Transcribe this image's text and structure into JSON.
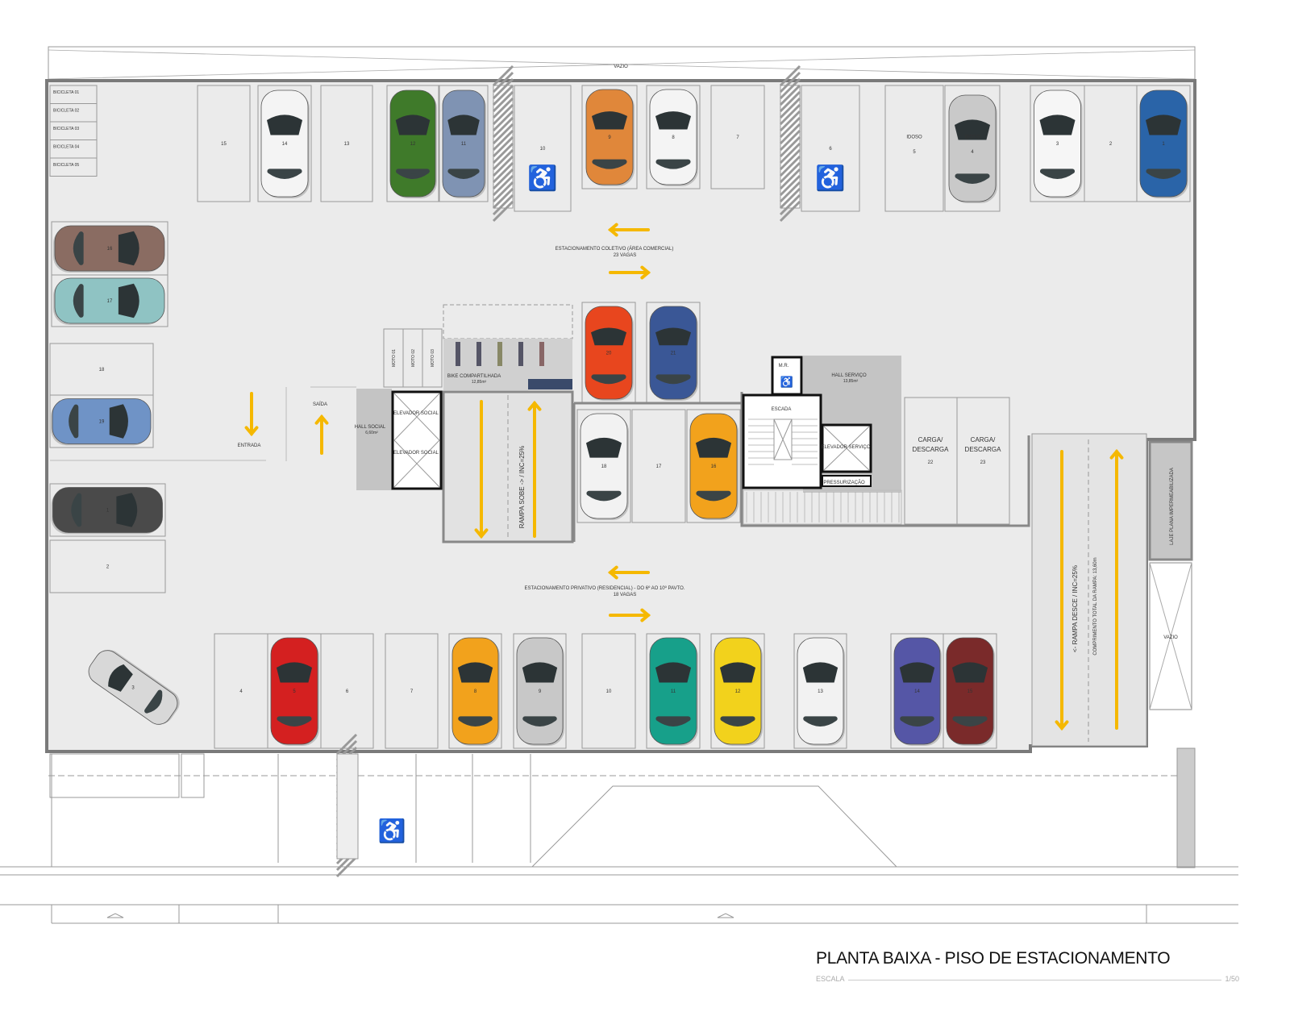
{
  "title": "PLANTA BAIXA - PISO DE ESTACIONAMENTO",
  "scale": {
    "label": "ESCALA",
    "value": "1/50"
  },
  "colors": {
    "floor": "#ebebeb",
    "wall": "#7a7a7a",
    "arrow": "#f5b800",
    "hall": "#c4c4c4"
  },
  "void_top": "VAZIO",
  "void_right": "VAZIO",
  "bicycles": [
    "BICICLETA 01",
    "BICICLETA 02",
    "BICICLETA 03",
    "BICICLETA 04",
    "BICICLETA 05"
  ],
  "top_row": [
    {
      "number": "15"
    },
    {
      "number": "14",
      "car": "#f4f4f4"
    },
    {
      "number": "13"
    },
    {
      "number": "12",
      "car": "#3f7a2a"
    },
    {
      "number": "11",
      "car": "#7f93b3"
    },
    {
      "number": "10",
      "accessible": true
    },
    {
      "number": "9",
      "car": "#e0873a"
    },
    {
      "number": "8",
      "car": "#f4f4f4"
    },
    {
      "number": "7"
    },
    {
      "number": "6",
      "accessible": true
    },
    {
      "number": "5",
      "tag": "IDOSO"
    },
    {
      "number": "4",
      "tag": "IDOSO",
      "car": "#c9c9c9"
    },
    {
      "number": "3",
      "car": "#f6f6f6"
    },
    {
      "number": "2"
    },
    {
      "number": "1",
      "car": "#2a64a8"
    }
  ],
  "left_column": [
    {
      "number": "16",
      "car": "#8a6c62"
    },
    {
      "number": "17",
      "car": "#8fc3c3"
    },
    {
      "number": "18"
    },
    {
      "number": "19",
      "car": "#6f93c6"
    },
    {
      "number": "1",
      "car": "#4a4a4a"
    },
    {
      "number": "2"
    },
    {
      "number": "3",
      "car": "#d8d8d8"
    }
  ],
  "center_spots": [
    {
      "number": "20",
      "car": "#e8461e"
    },
    {
      "number": "21",
      "car": "#3a5796"
    },
    {
      "number": "18",
      "car": "#f2f2f2"
    },
    {
      "number": "17"
    },
    {
      "number": "16",
      "car": "#f2a21c"
    }
  ],
  "bottom_row": [
    {
      "number": "4"
    },
    {
      "number": "5",
      "car": "#d42020"
    },
    {
      "number": "6"
    },
    {
      "number": "7"
    },
    {
      "number": "8",
      "car": "#f2a21c"
    },
    {
      "number": "9",
      "car": "#c8c8c8"
    },
    {
      "number": "10"
    },
    {
      "number": "11",
      "car": "#17a08a"
    },
    {
      "number": "12",
      "car": "#f2d21c"
    },
    {
      "number": "13",
      "car": "#f2f2f2"
    },
    {
      "number": "14",
      "car": "#5556a6"
    },
    {
      "number": "15",
      "car": "#7a2a2a"
    }
  ],
  "motos": [
    "MOTO 01",
    "MOTO 02",
    "MOTO 03"
  ],
  "areas": {
    "collective": {
      "name": "ESTACIONAMENTO COLETIVO (ÁREA COMERCIAL)",
      "count": "23 VAGAS"
    },
    "private": {
      "name": "ESTACIONAMENTO PRIVATIVO (RESIDENCIAL) - DO 6º AO 10º PAVTO.",
      "count": "18 VAGAS"
    },
    "entrance": "ENTRADA",
    "exit": "SAÍDA",
    "hall_social": {
      "name": "HALL SOCIAL",
      "area": "6,60m²"
    },
    "elevator_social": [
      "ELEVADOR SOCIAL",
      "ELEVADOR SOCIAL"
    ],
    "bike_shared": {
      "name": "BIKE COMPARTILHADA",
      "area": "12,85m²"
    },
    "ramp_up": "RAMPA SOBE -> / INC=25%",
    "ramp_down": "<- RAMPA DESCE / INC=25%",
    "ramp_length": "COMPRIMENTO TOTAL DA RAMPA: 13,60m",
    "mr": "M.R.",
    "hall_service": {
      "name": "HALL SERVIÇO",
      "area": "13,85m²"
    },
    "stairs": "ESCADA",
    "elevator_service": "ELEVADOR SERVIÇO",
    "pressurization": "PRESSURIZAÇÃO",
    "loading": [
      {
        "name": "CARGA/ DESCARGA",
        "number": "22"
      },
      {
        "name": "CARGA/ DESCARGA",
        "number": "23"
      }
    ],
    "roof": "LAJE PLANA IMPERMEABILIZADA"
  }
}
